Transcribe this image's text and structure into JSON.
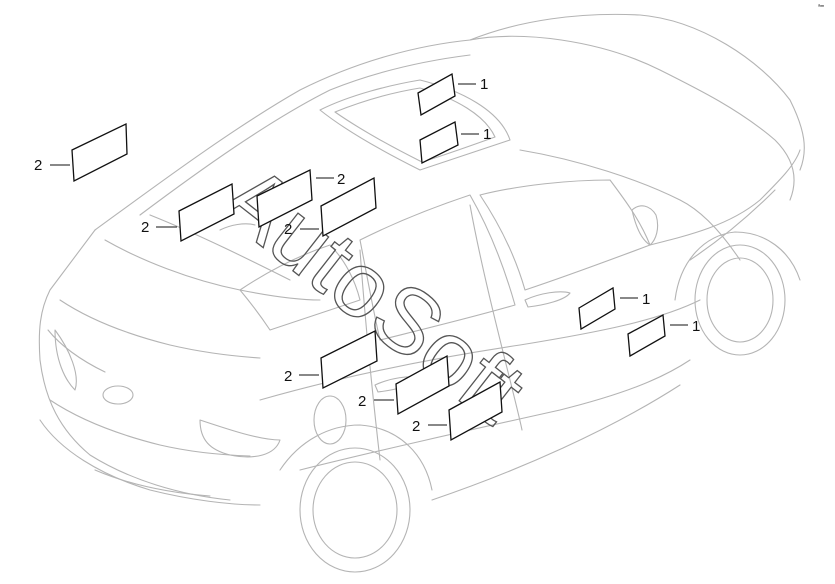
{
  "diagram": {
    "watermark": "AutoSoft",
    "corner_mark": "ᵃ━",
    "callouts": {
      "sun_visor_1": "1",
      "sun_visor_2": "1",
      "roof_left": "2",
      "roof_mid": "2",
      "roof_pad_left": "2",
      "roof_pad_right": "2",
      "front_door_upper": "1",
      "front_door_lower": "1",
      "rear_quarter": "2",
      "rear_door": "2",
      "rear_door_lower": "2"
    }
  }
}
